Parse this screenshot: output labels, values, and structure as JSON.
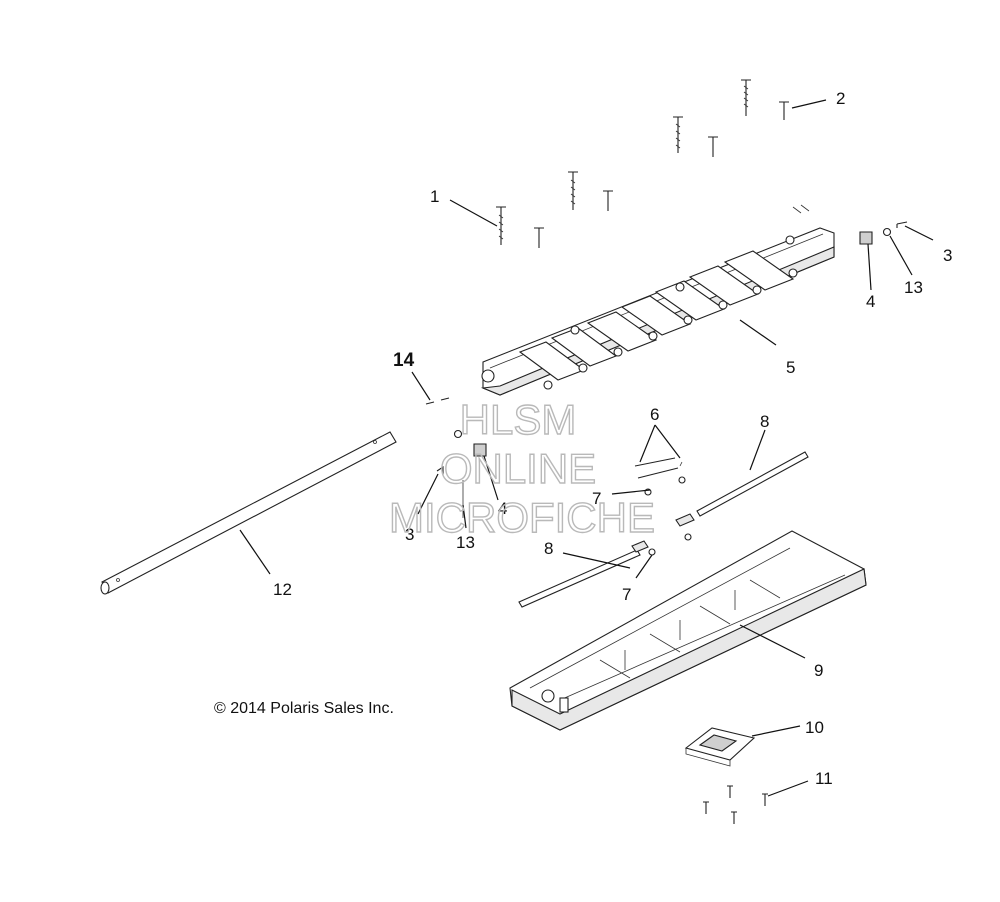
{
  "callouts": [
    {
      "id": "c1",
      "label": "1"
    },
    {
      "id": "c2",
      "label": "2"
    },
    {
      "id": "c3a",
      "label": "3"
    },
    {
      "id": "c13a",
      "label": "13"
    },
    {
      "id": "c4a",
      "label": "4"
    },
    {
      "id": "c5",
      "label": "5"
    },
    {
      "id": "c14",
      "label": "14"
    },
    {
      "id": "c6",
      "label": "6"
    },
    {
      "id": "c8a",
      "label": "8"
    },
    {
      "id": "c7a",
      "label": "7"
    },
    {
      "id": "c4b",
      "label": "4"
    },
    {
      "id": "c3b",
      "label": "3"
    },
    {
      "id": "c13b",
      "label": "13"
    },
    {
      "id": "c8b",
      "label": "8"
    },
    {
      "id": "c7b",
      "label": "7"
    },
    {
      "id": "c12",
      "label": "12"
    },
    {
      "id": "c9",
      "label": "9"
    },
    {
      "id": "c10",
      "label": "10"
    },
    {
      "id": "c11",
      "label": "11"
    }
  ],
  "watermark": [
    "HLSM",
    "ONLINE",
    "MICROFICHE"
  ],
  "copyright": "© 2014 Polaris Sales Inc."
}
